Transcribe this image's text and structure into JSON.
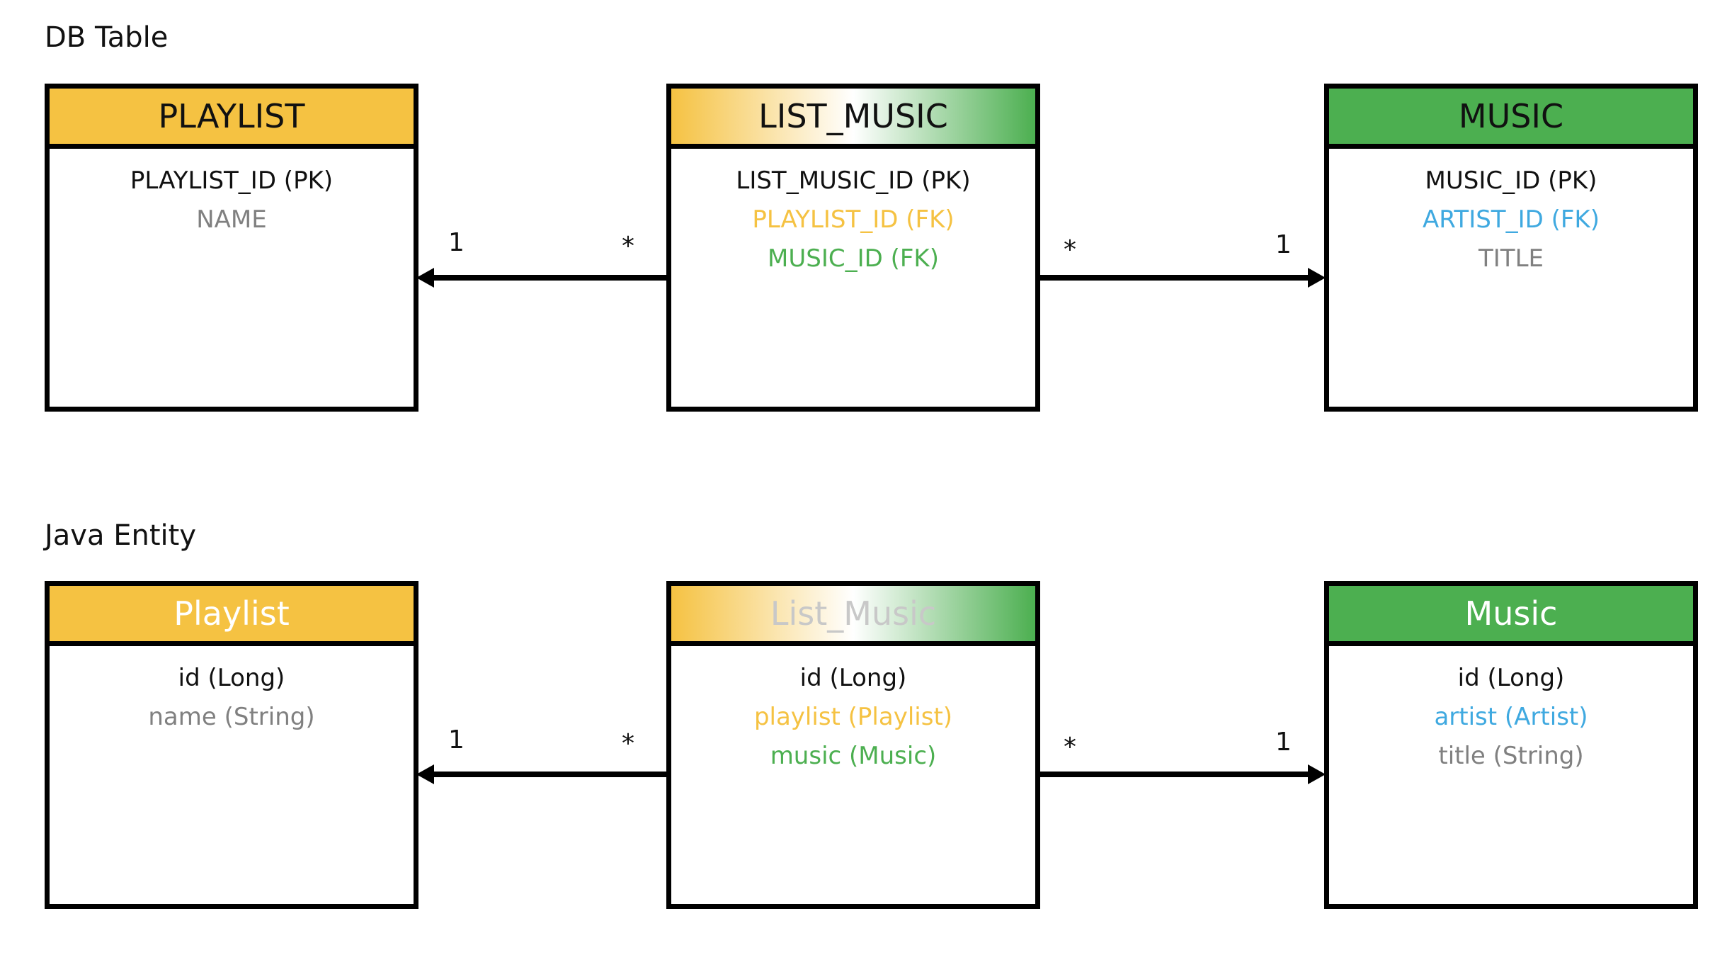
{
  "sections": [
    {
      "title": "DB Table",
      "entities": [
        {
          "name": "PLAYLIST",
          "header_text_color": "#111111",
          "header_bg": "solid-yellow",
          "fields": [
            {
              "text": "PLAYLIST_ID (PK)",
              "color": "#111111"
            },
            {
              "text": "NAME",
              "color": "#808080"
            }
          ]
        },
        {
          "name": "LIST_MUSIC",
          "header_text_color": "#111111",
          "header_bg": "gradient-yellow-white-green",
          "fields": [
            {
              "text": "LIST_MUSIC_ID (PK)",
              "color": "#111111"
            },
            {
              "text": "PLAYLIST_ID (FK)",
              "color": "#F5C242"
            },
            {
              "text": "MUSIC_ID (FK)",
              "color": "#4CAF50"
            }
          ]
        },
        {
          "name": "MUSIC",
          "header_text_color": "#111111",
          "header_bg": "solid-green",
          "fields": [
            {
              "text": "MUSIC_ID (PK)",
              "color": "#111111"
            },
            {
              "text": "ARTIST_ID (FK)",
              "color": "#3FA9E0"
            },
            {
              "text": "TITLE",
              "color": "#808080"
            }
          ]
        }
      ],
      "relations": [
        {
          "from": "LIST_MUSIC",
          "to": "PLAYLIST",
          "from_mult": "*",
          "to_mult": "1"
        },
        {
          "from": "LIST_MUSIC",
          "to": "MUSIC",
          "from_mult": "*",
          "to_mult": "1"
        }
      ]
    },
    {
      "title": "Java Entity",
      "entities": [
        {
          "name": "Playlist",
          "header_text_color": "#ffffff",
          "header_bg": "solid-yellow",
          "fields": [
            {
              "text": "id (Long)",
              "color": "#111111"
            },
            {
              "text": "name (String)",
              "color": "#808080"
            }
          ]
        },
        {
          "name": "List_Music",
          "header_text_color": "#c8c8c8",
          "header_bg": "gradient-yellow-white-green",
          "fields": [
            {
              "text": "id (Long)",
              "color": "#111111"
            },
            {
              "text": "playlist (Playlist)",
              "color": "#F5C242"
            },
            {
              "text": "music (Music)",
              "color": "#4CAF50"
            }
          ]
        },
        {
          "name": "Music",
          "header_text_color": "#ffffff",
          "header_bg": "solid-green",
          "fields": [
            {
              "text": "id (Long)",
              "color": "#111111"
            },
            {
              "text": "artist (Artist)",
              "color": "#3FA9E0"
            },
            {
              "text": "title (String)",
              "color": "#808080"
            }
          ]
        }
      ],
      "relations": [
        {
          "from": "List_Music",
          "to": "Playlist",
          "from_mult": "*",
          "to_mult": "1"
        },
        {
          "from": "List_Music",
          "to": "Music",
          "from_mult": "*",
          "to_mult": "1"
        }
      ]
    }
  ],
  "colors": {
    "yellow": "#F5C242",
    "green": "#4CAF50",
    "blue": "#3FA9E0",
    "gray": "#808080",
    "border": "#000000"
  }
}
